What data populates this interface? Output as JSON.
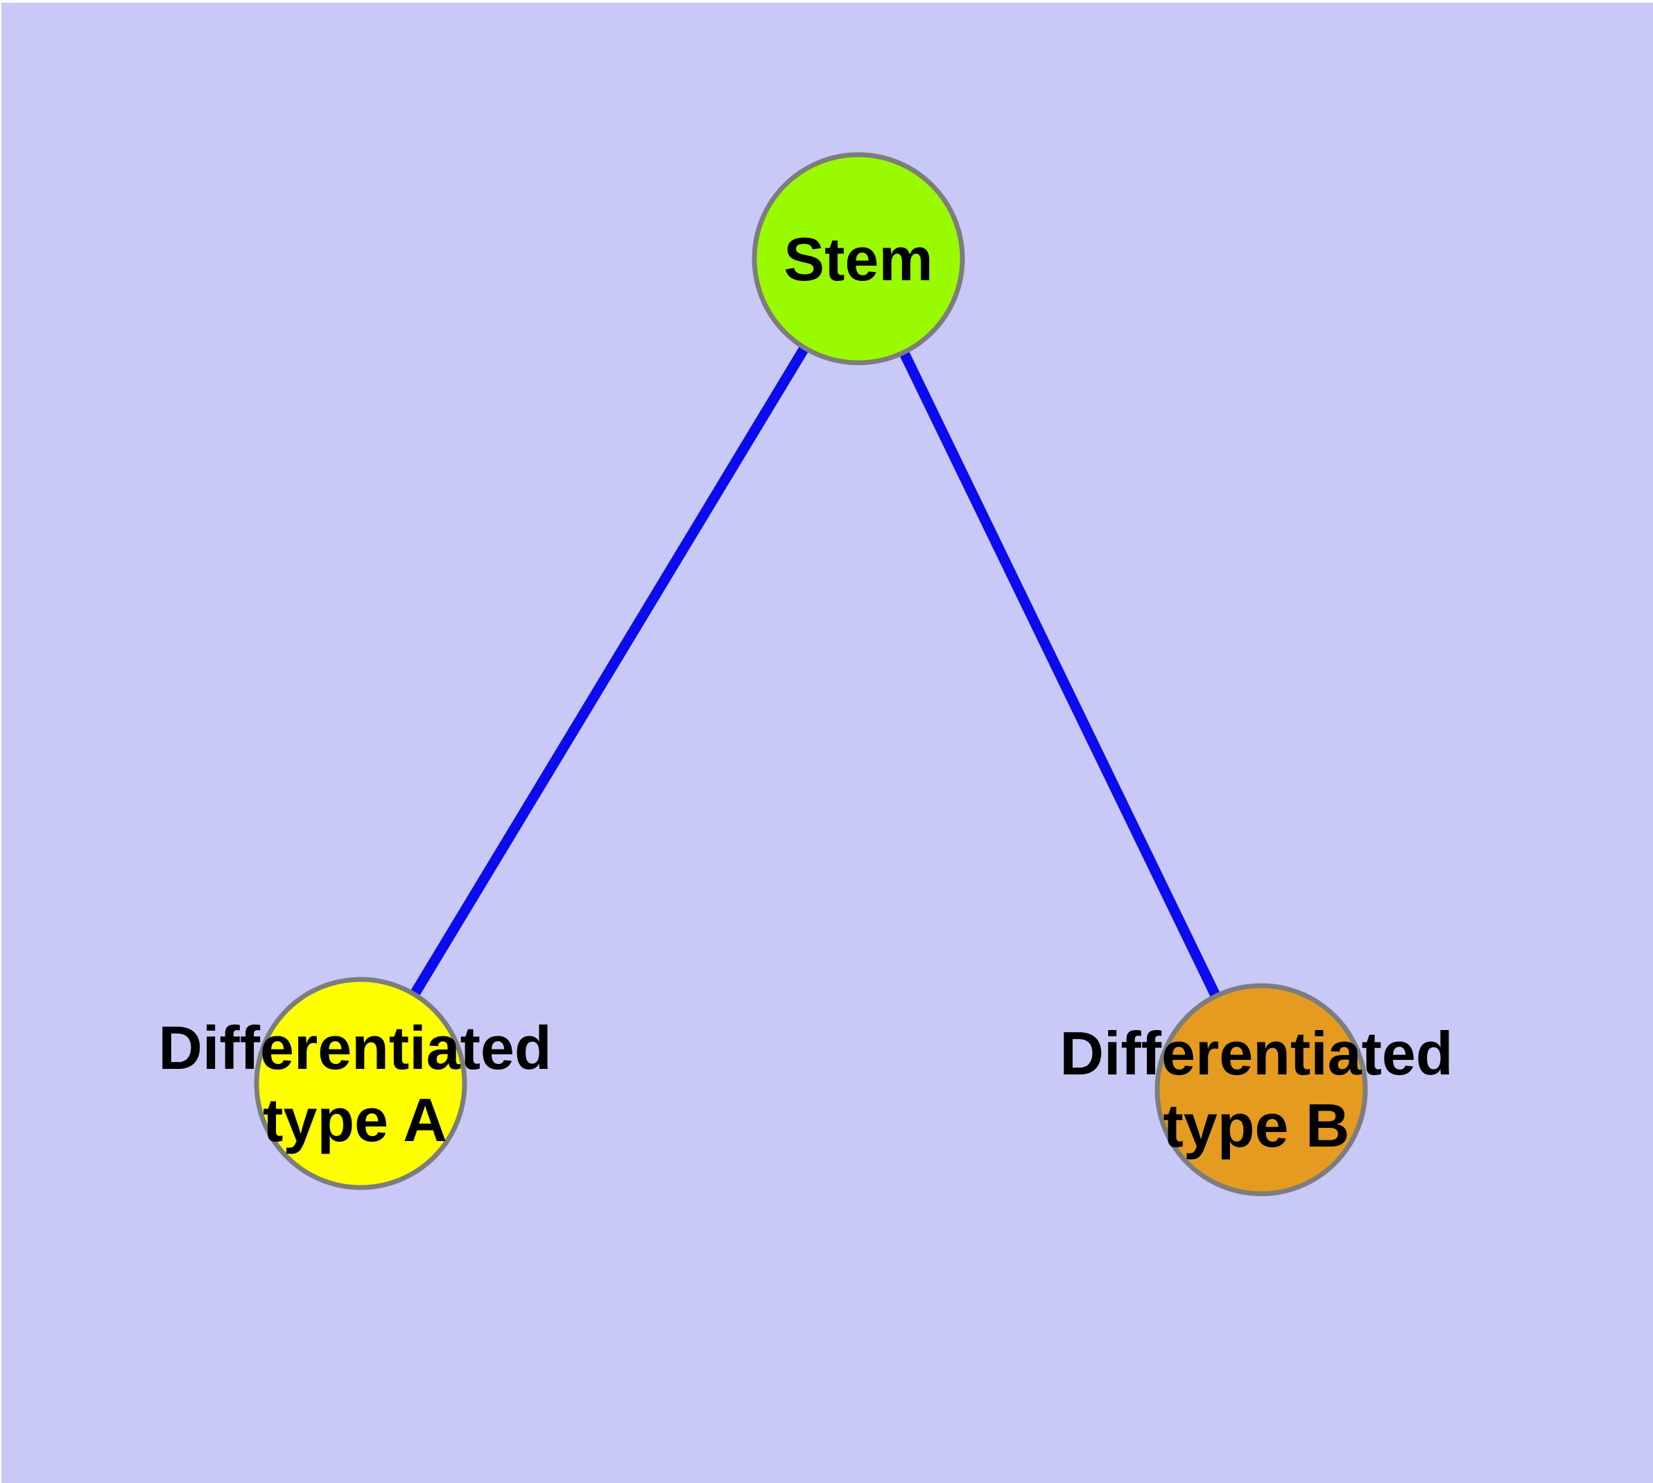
{
  "diagram": {
    "type": "node-link-graph",
    "background_color": "#C9C9F7",
    "margin_color": "#FFFFFF",
    "edge_color": "#0B0BEE",
    "node_border_color": "#7D7D7D",
    "label_color": "#000000",
    "nodes": {
      "stem": {
        "label": "Stem",
        "color": "#9AFA00"
      },
      "typeA": {
        "line1": "Differentiated",
        "line2": "type A",
        "color": "#FFFF00"
      },
      "typeB": {
        "line1": "Differentiated",
        "line2": "type B",
        "color": "#E59B20"
      }
    },
    "edges": [
      {
        "from": "Stem",
        "to": "Differentiated type A"
      },
      {
        "from": "Stem",
        "to": "Differentiated type B"
      }
    ]
  }
}
